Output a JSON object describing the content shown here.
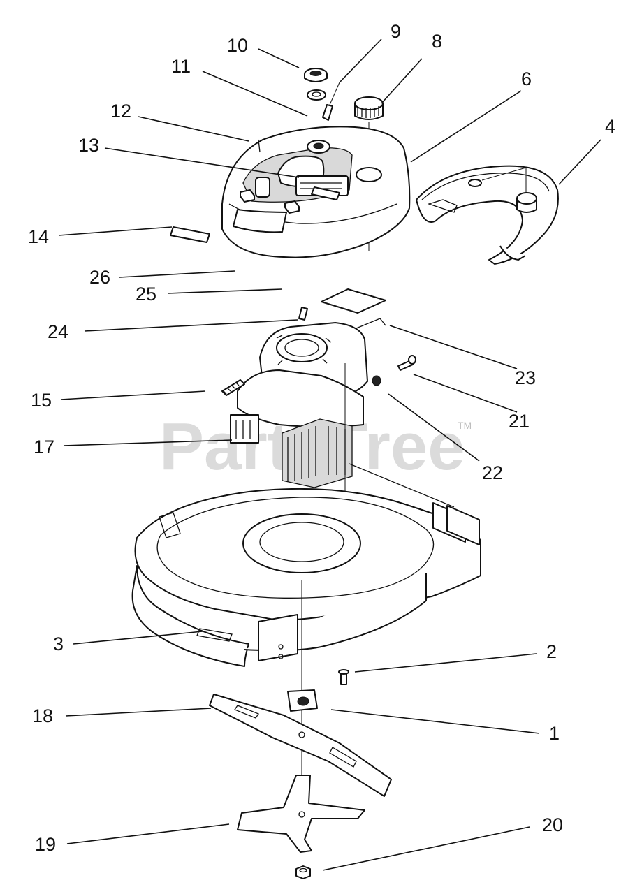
{
  "watermark": {
    "text": "PartsTree",
    "trademark": "TM"
  },
  "callouts": [
    "10",
    "9",
    "8",
    "11",
    "6",
    "12",
    "4",
    "13",
    "14",
    "26",
    "25",
    "24",
    "23",
    "21",
    "15",
    "17",
    "22",
    "3",
    "2",
    "18",
    "1",
    "19",
    "20"
  ]
}
